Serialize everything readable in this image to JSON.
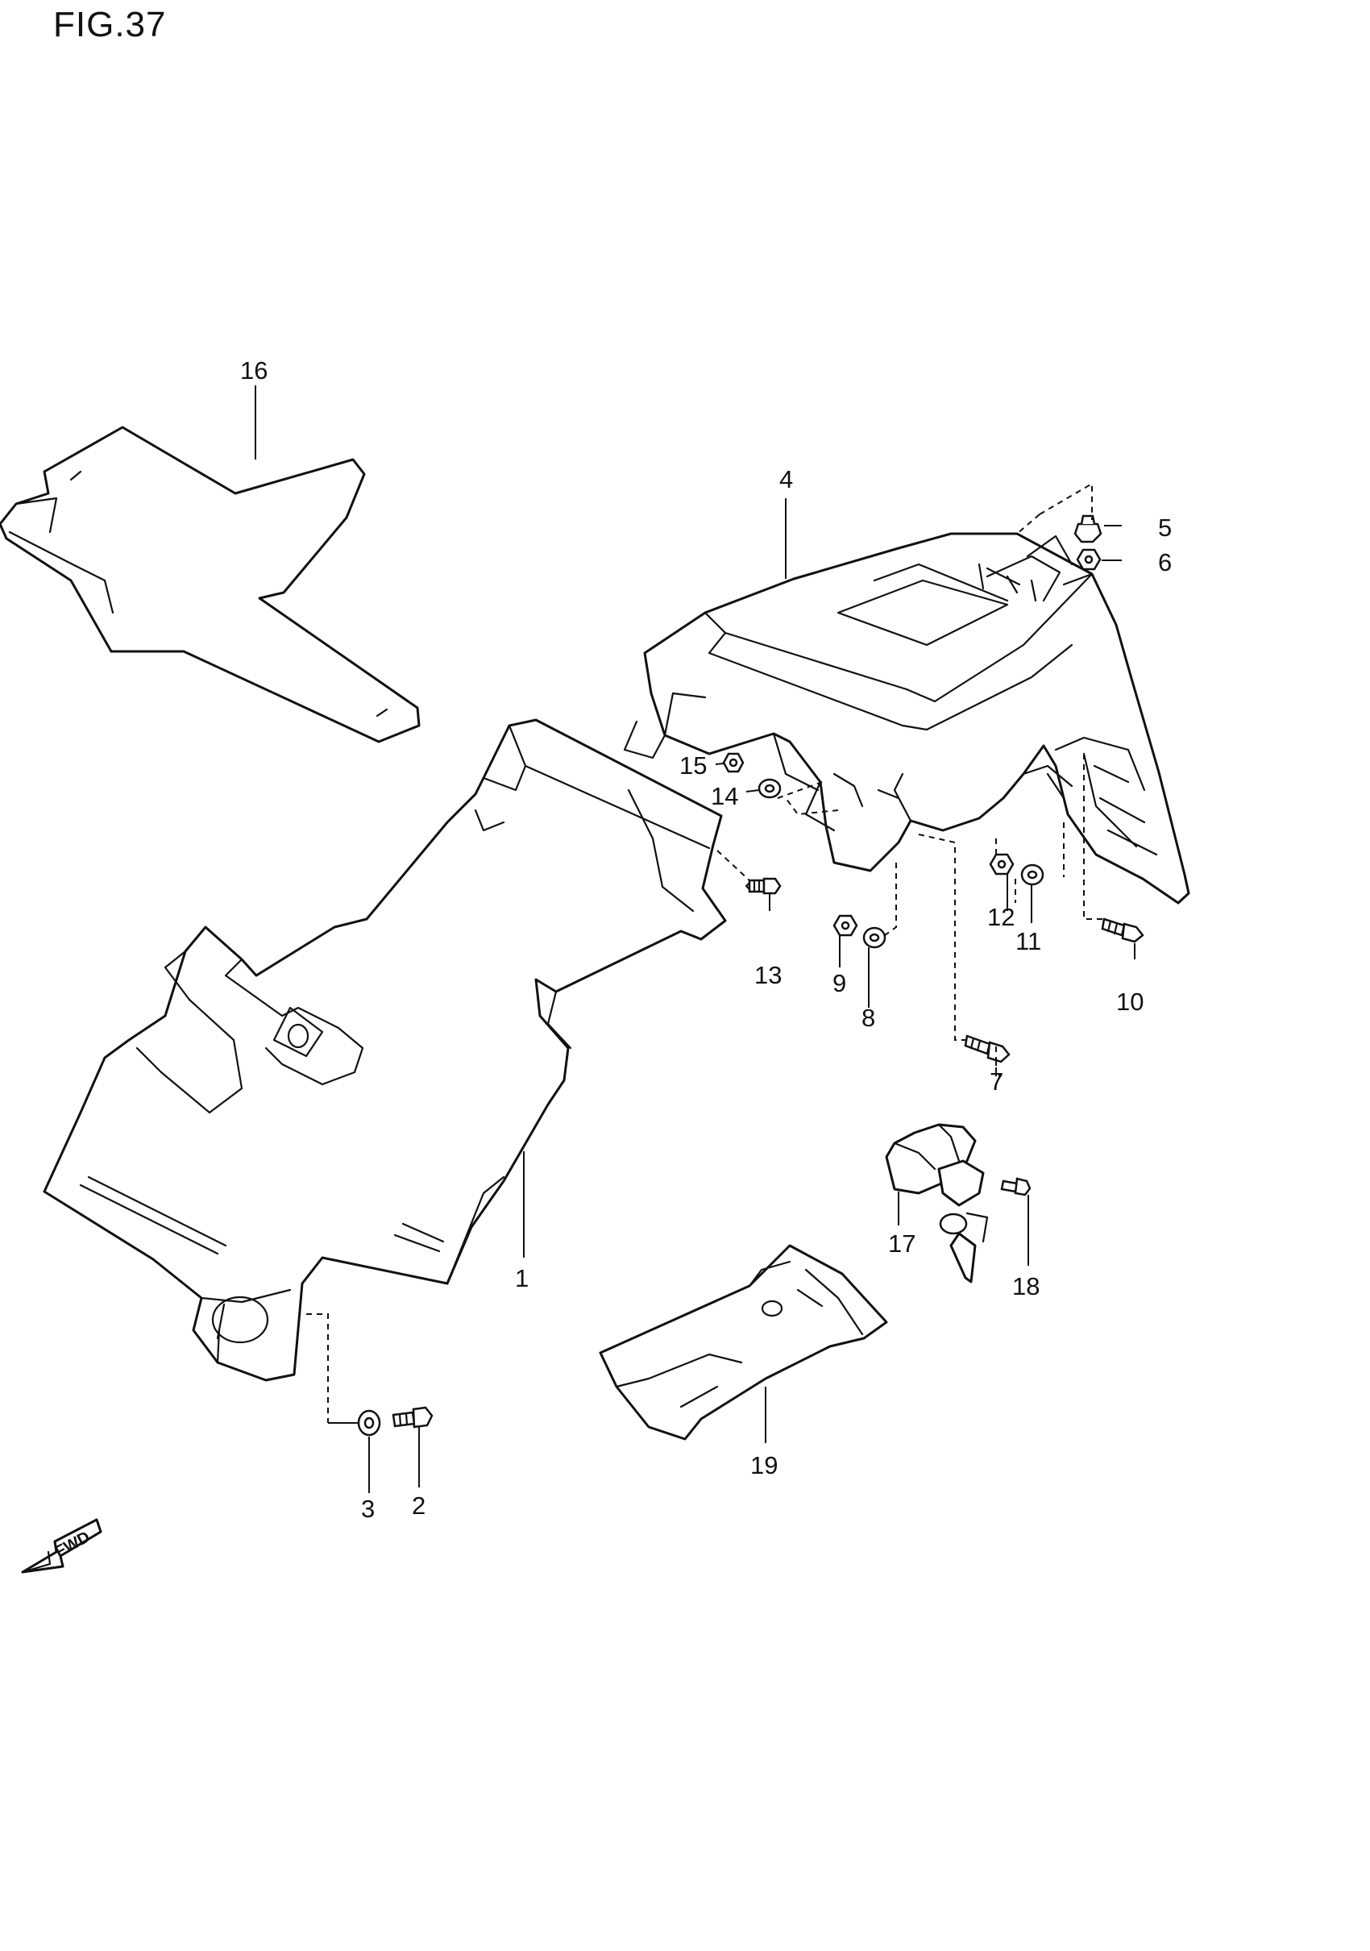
{
  "figure": {
    "title": "FIG.37",
    "fwd_label": "FWD"
  },
  "callouts": [
    {
      "id": "c1",
      "label": "1"
    },
    {
      "id": "c2",
      "label": "2"
    },
    {
      "id": "c3",
      "label": "3"
    },
    {
      "id": "c4",
      "label": "4"
    },
    {
      "id": "c5",
      "label": "5"
    },
    {
      "id": "c6",
      "label": "6"
    },
    {
      "id": "c7",
      "label": "7"
    },
    {
      "id": "c8",
      "label": "8"
    },
    {
      "id": "c9",
      "label": "9"
    },
    {
      "id": "c10",
      "label": "10"
    },
    {
      "id": "c11",
      "label": "11"
    },
    {
      "id": "c12",
      "label": "12"
    },
    {
      "id": "c13",
      "label": "13"
    },
    {
      "id": "c14",
      "label": "14"
    },
    {
      "id": "c15",
      "label": "15"
    },
    {
      "id": "c16",
      "label": "16"
    },
    {
      "id": "c17",
      "label": "17"
    },
    {
      "id": "c18",
      "label": "18"
    },
    {
      "id": "c19",
      "label": "19"
    }
  ]
}
